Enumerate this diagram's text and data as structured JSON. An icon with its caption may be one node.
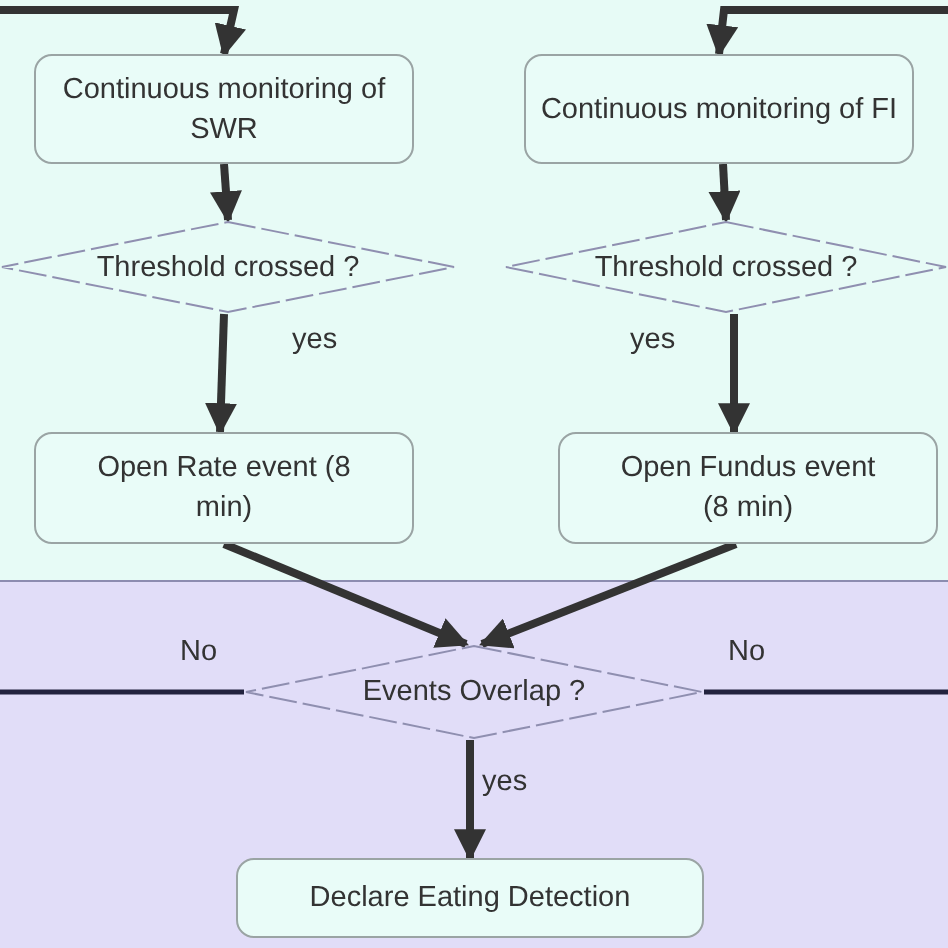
{
  "diagram": {
    "nodes": [
      {
        "text": [
          "Continuous monitoring of SWR"
        ]
      },
      {
        "text": [
          "Continuous monitoring of FI"
        ]
      },
      {
        "text": [
          "Threshold crossed ?"
        ]
      },
      {
        "text": [
          "Threshold crossed ?"
        ]
      },
      {
        "text": [
          "Open Rate event (8 min)"
        ]
      },
      {
        "text": [
          "Open Fundus event (8 min)"
        ]
      },
      {
        "text": [
          "Events Overlap ?"
        ]
      },
      {
        "text": [
          "Declare Eating Detection"
        ]
      }
    ],
    "edges": [
      {
        "from": 0,
        "to": 2,
        "arrow": "to"
      },
      {
        "from": 1,
        "to": 3,
        "arrow": "to"
      },
      {
        "from": 2,
        "to": 4,
        "arrow": "to",
        "label": "yes"
      },
      {
        "from": 3,
        "to": 5,
        "arrow": "to",
        "label": "yes"
      },
      {
        "from": 4,
        "to": 6,
        "arrow": "to"
      },
      {
        "from": 5,
        "to": 6,
        "arrow": "to"
      },
      {
        "from": 6,
        "to": 7,
        "arrow": "to",
        "label": "yes"
      },
      {
        "from": null,
        "to": 0,
        "arrow": "to"
      },
      {
        "from": null,
        "to": 1,
        "arrow": "to"
      },
      {
        "from": 6,
        "to": null,
        "arrow": "none",
        "label": "No"
      },
      {
        "from": 6,
        "to": null,
        "arrow": "none",
        "label": "No"
      }
    ]
  }
}
